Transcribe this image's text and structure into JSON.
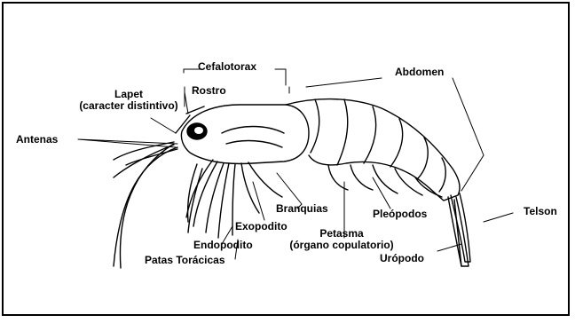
{
  "labels": {
    "cefalotorax": "Cefalotorax",
    "abdomen": "Abdomen",
    "lapet_line1": "Lapet",
    "lapet_line2": "(caracter distintivo)",
    "rostro": "Rostro",
    "antenas": "Antenas",
    "branquias": "Branquias",
    "exopodito": "Exopodito",
    "endopodito": "Endopodito",
    "patas_toracicas": "Patas Torácicas",
    "petasma_line1": "Petasma",
    "petasma_line2": "(órgano copulatorio)",
    "pleopodos": "Pleópodos",
    "uropodo": "Urópodo",
    "telson": "Telson"
  }
}
